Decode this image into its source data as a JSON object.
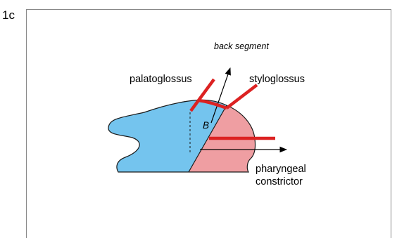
{
  "panel": {
    "label": "1c"
  },
  "labels": {
    "back_segment": "back segment",
    "palatoglossus": "palatoglossus",
    "styloglossus": "styloglossus",
    "region_b": "B",
    "pharyngeal_line1": "pharyngeal",
    "pharyngeal_line2": "constrictor"
  },
  "colors": {
    "blue_region": "#74c4ee",
    "pink_region": "#ef9ea2",
    "muscle_red": "#dc2222",
    "outline": "#1a1a1a"
  }
}
